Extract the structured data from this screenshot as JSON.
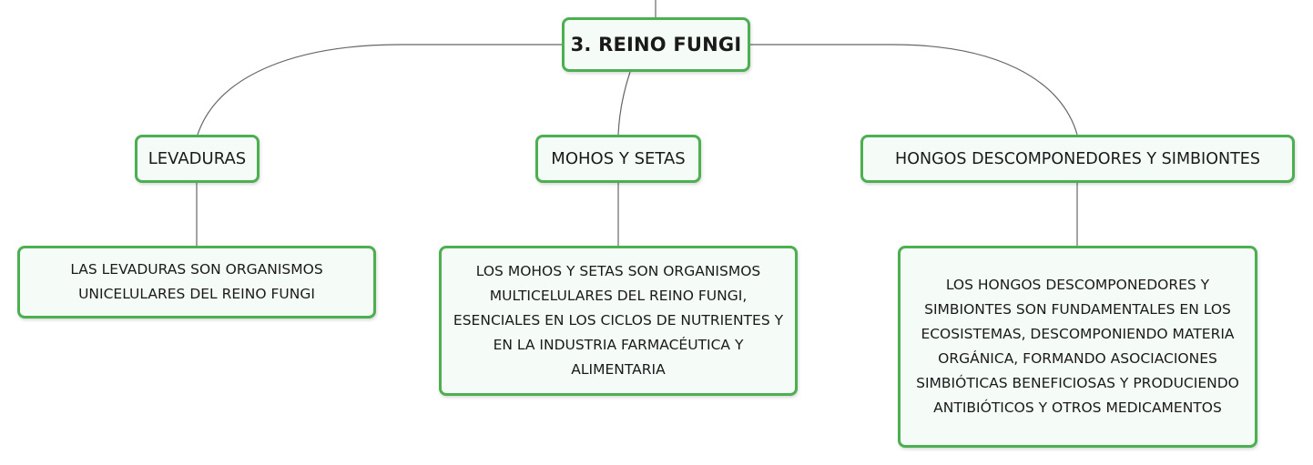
{
  "diagram": {
    "root": {
      "label": "3. REINO FUNGI"
    },
    "branches": [
      {
        "label": "LEVADURAS",
        "detail": "LAS LEVADURAS SON ORGANISMOS UNICELULARES DEL REINO FUNGI"
      },
      {
        "label": "MOHOS Y SETAS",
        "detail": "LOS MOHOS Y SETAS SON ORGANISMOS MULTICELULARES DEL REINO FUNGI, ESENCIALES EN LOS CICLOS DE NUTRIENTES Y EN LA INDUSTRIA FARMACÉUTICA Y ALIMENTARIA"
      },
      {
        "label": "HONGOS DESCOMPONEDORES Y SIMBIONTES",
        "detail": "LOS HONGOS DESCOMPONEDORES Y SIMBIONTES SON FUNDAMENTALES EN LOS ECOSISTEMAS, DESCOMPONIENDO MATERIA ORGÁNICA, FORMANDO ASOCIACIONES SIMBIÓTICAS BENEFICIOSAS Y PRODUCIENDO ANTIBIÓTICOS Y OTROS MEDICAMENTOS"
      }
    ],
    "colors": {
      "node_border": "#4caf50",
      "node_fill": "#f5fbf7",
      "connector": "#666666"
    }
  }
}
